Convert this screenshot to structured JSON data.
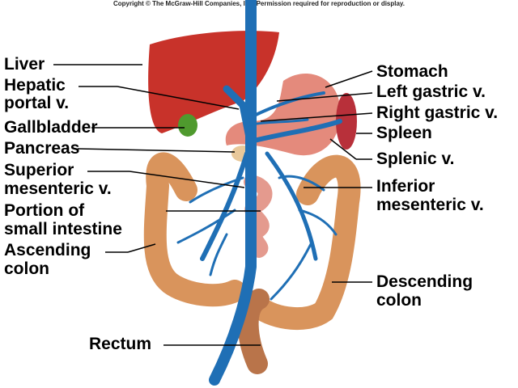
{
  "copyright": "Copyright © The McGraw-Hill Companies, Inc. Permission required for reproduction or display.",
  "labels_left": {
    "liver": "Liver",
    "hepatic_portal_1": "Hepatic",
    "hepatic_portal_2": "portal v.",
    "gallbladder": "Gallbladder",
    "pancreas": "Pancreas",
    "superior_mesenteric_1": "Superior",
    "superior_mesenteric_2": "mesenteric v.",
    "small_intestine_1": "Portion of",
    "small_intestine_2": "small intestine",
    "ascending_colon_1": "Ascending",
    "ascending_colon_2": "colon",
    "rectum": "Rectum"
  },
  "labels_right": {
    "stomach": "Stomach",
    "left_gastric": "Left gastric v.",
    "right_gastric": "Right gastric v.",
    "spleen": "Spleen",
    "splenic": "Splenic v.",
    "inferior_mesenteric_1": "Inferior",
    "inferior_mesenteric_2": "mesenteric v.",
    "descending_colon_1": "Descending",
    "descending_colon_2": "colon"
  },
  "colors": {
    "vein": "#1f6fb5",
    "liver": "#c8322a",
    "colon": "#d9945c",
    "spleen": "#b8303a",
    "gallbladder": "#4f9a2e"
  }
}
